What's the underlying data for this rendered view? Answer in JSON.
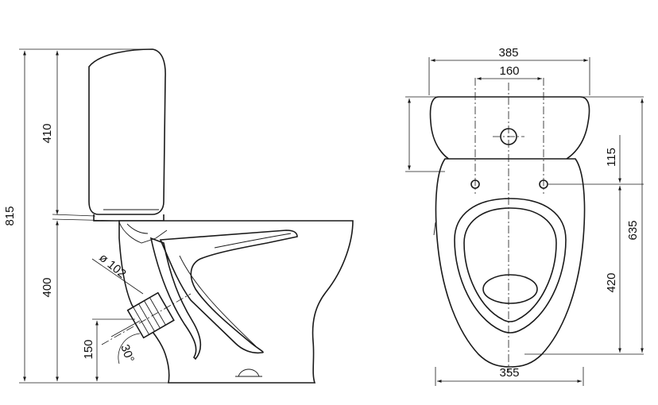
{
  "side_view": {
    "total_height": "815",
    "tank_height": "410",
    "seat_height": "400",
    "outlet_diameter": "ø 102",
    "outlet_height": "150",
    "outlet_angle": "30°"
  },
  "front_view": {
    "outer_width": "385",
    "hole_spacing": "160",
    "hole_depth": "115",
    "overall_depth": "635",
    "bowl_depth": "420",
    "base_width": "355"
  }
}
